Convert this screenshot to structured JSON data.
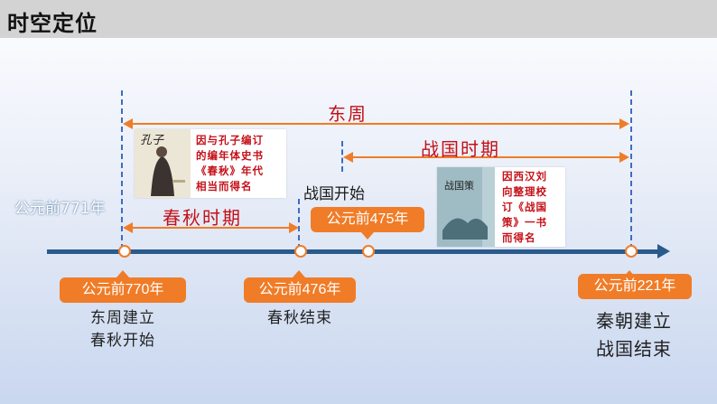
{
  "header": {
    "title": "时空定位"
  },
  "periods": {
    "eastern_zhou": "东周",
    "warring_states": "战国时期",
    "spring_autumn": "春秋时期"
  },
  "labels": {
    "bc771": "公元前771年",
    "ws_start": "战国开始"
  },
  "badges": {
    "bc475": "公元前475年",
    "bc770": "公元前770年",
    "bc476": "公元前476年",
    "bc221": "公元前221年"
  },
  "events": {
    "bc770_line1": "东周建立",
    "bc770_line2": "春秋开始",
    "bc476_line1": "春秋结束",
    "bc221_line1": "秦朝建立",
    "bc221_line2": "战国结束"
  },
  "cards": {
    "chunqiu": {
      "lines": [
        "因与孔子编订",
        "的编年体史书",
        "《春秋》年代",
        "相当而得名"
      ],
      "image_title": "孔子"
    },
    "zhanguo": {
      "lines": [
        "因西汉刘",
        "向整理校",
        "订《战国",
        "策》一书",
        "而得名"
      ],
      "image_title": "战国策"
    }
  },
  "colors": {
    "accent": "#f07c28",
    "period_text": "#c41018",
    "axis": "#2a5a8c",
    "dash": "#3f6cc0"
  }
}
